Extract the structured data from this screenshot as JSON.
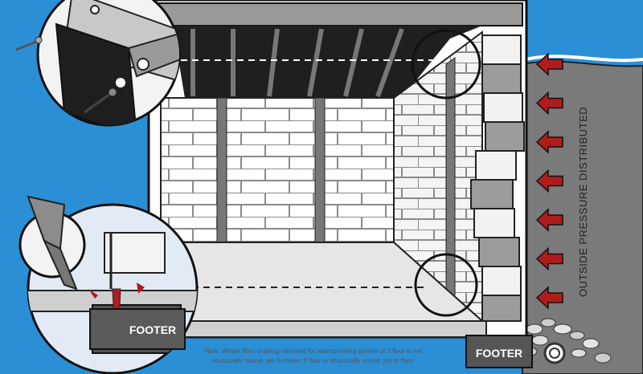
{
  "labels": {
    "footer_left": "FOOTER",
    "footer_right": "FOOTER",
    "side_text": "OUTSIDE PRESSURE DISTRIBUTED",
    "note_line1": "Note: Where floor is being removed for waterproofing system or if floor is not",
    "note_line2": "structurally sound, pin to footer. If floor is structurally sound, pin to floor."
  },
  "colors": {
    "background": "#2b8fd6",
    "arrow": "#b01c1c",
    "soil": "#7a7a7a"
  },
  "arrows": {
    "count": 7
  },
  "icons": [
    "screw-icon",
    "wall-bracket",
    "pressure-arrow",
    "drain-pipe"
  ]
}
